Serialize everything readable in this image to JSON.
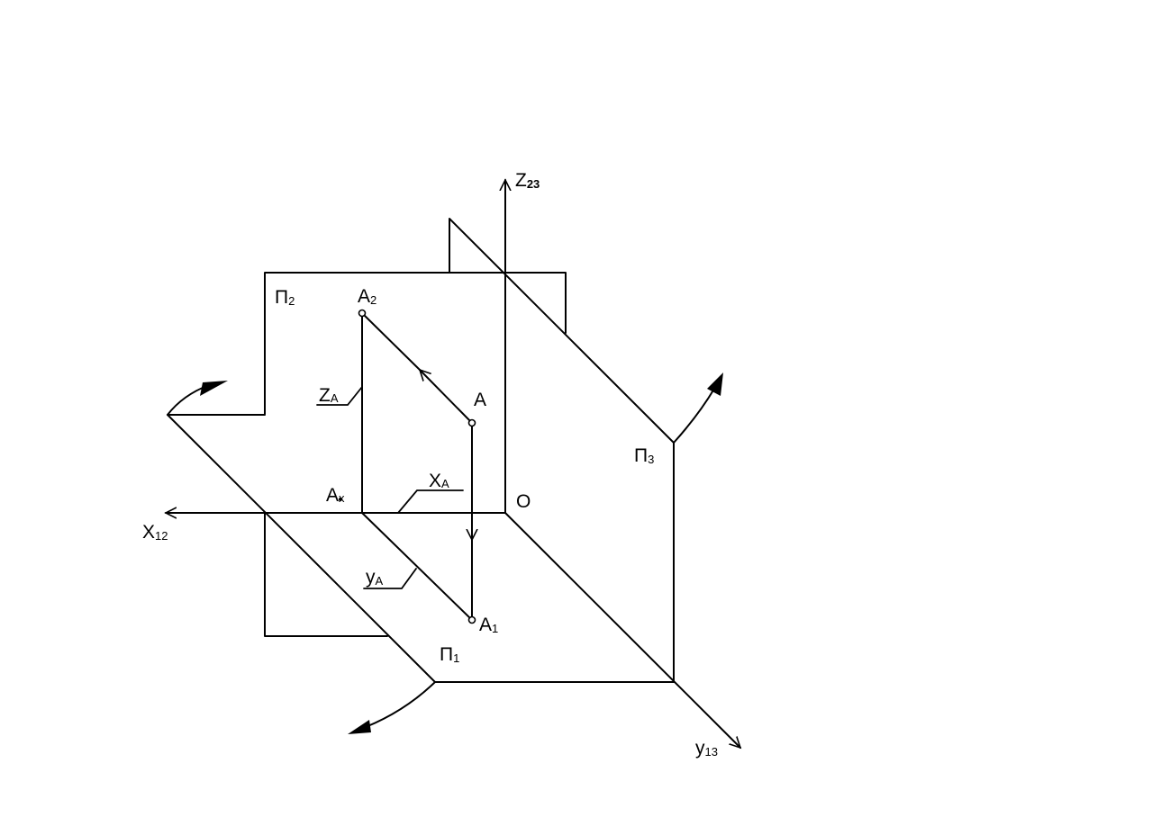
{
  "labels": {
    "z_axis": {
      "main": "Z",
      "sub": "23"
    },
    "x_axis": {
      "main": "X",
      "sub": "12"
    },
    "y_axis": {
      "main": "y",
      "sub": "13"
    },
    "origin": "O",
    "plane_p2": {
      "main": "П",
      "sub": "2"
    },
    "plane_p3": {
      "main": "П",
      "sub": "3"
    },
    "plane_p1": {
      "main": "П",
      "sub": "1"
    },
    "point_a": "A",
    "point_a2": {
      "main": "A",
      "sub": "2"
    },
    "point_a1": {
      "main": "A",
      "sub": "1"
    },
    "point_ax": {
      "main": "A",
      "sub": "x"
    },
    "coord_z": {
      "main": "Z",
      "sub": "A"
    },
    "coord_x": {
      "main": "X",
      "sub": "A"
    },
    "coord_y": {
      "main": "y",
      "sub": "A"
    }
  },
  "colors": {
    "stroke": "#000000",
    "background": "#ffffff"
  }
}
